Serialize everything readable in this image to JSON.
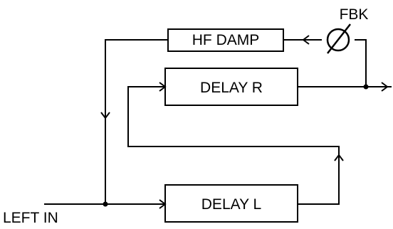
{
  "blocks": {
    "hf_damp": "HF DAMP",
    "delay_r": "DELAY R",
    "delay_l": "DELAY L"
  },
  "labels": {
    "fbk": "FBK",
    "left_in": "LEFT IN"
  },
  "colors": {
    "line": "#000000",
    "background": "#ffffff"
  },
  "icons": {
    "arrow": "arrowhead-icon",
    "junction": "junction-dot-icon",
    "fbk_control": "feedback-level-control-icon"
  }
}
